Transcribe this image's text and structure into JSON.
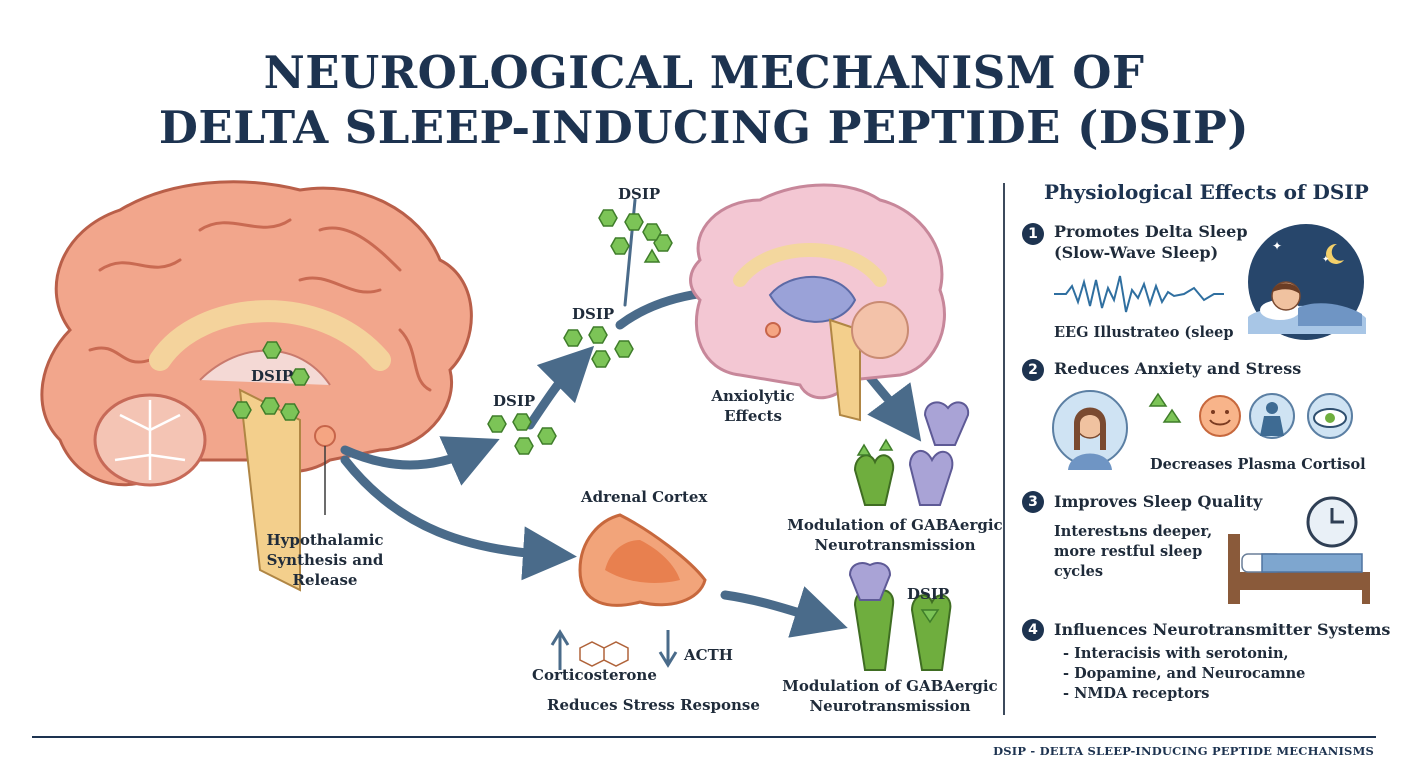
{
  "title": {
    "line1": "NEUROLOGICAL MECHANISM OF",
    "line2": "DELTA SLEEP-INDUCING PEPTIDE (DSIP)"
  },
  "diagram": {
    "dsip_brain": "DSIP",
    "dsip_mid_low": "DSIP",
    "dsip_mid": "DSIP",
    "dsip_top": "DSIP",
    "dsip_receptor": "DSIP",
    "hypothalamic": [
      "Hypothalamic",
      "Synthesis and",
      "Release"
    ],
    "anxiolytic": [
      "Anxiolytic",
      "Effects"
    ],
    "adrenal": "Adrenal Cortex",
    "corticosterone": "Corticosterone",
    "acth": "ACTH",
    "reduces_stress": "Reduces Stress Response",
    "gaba_upper": [
      "Modulation of GABAergic",
      "Neurotransmission"
    ],
    "gaba_lower": [
      "Modulation of GABAergic",
      "Neurotransmission"
    ]
  },
  "effects_panel": {
    "heading": "Physiological Effects of DSIP",
    "items": [
      {
        "number": "1",
        "title": [
          "Promotes Delta Sleep",
          "(Slow-Wave Sleep)"
        ],
        "text": [
          "EEG Illustrateo (sleep"
        ]
      },
      {
        "number": "2",
        "title": [
          "Reduces Anxiety and Stress"
        ],
        "text": [
          "Decreases Plasma Cortisol"
        ]
      },
      {
        "number": "3",
        "title": [
          "Improves Sleep Quality"
        ],
        "text": [
          "Interestьns deeper,",
          "more restful sleep",
          "cycles"
        ]
      },
      {
        "number": "4",
        "title": [
          "Influences Neurotransmitter Systems"
        ],
        "text": [
          "- Interacisis with serotonin,",
          "- Dopamine, and Neurocamne",
          "- NMDA receptors"
        ]
      }
    ]
  },
  "footer": "DSIP - DELTA SLEEP-INDUCING PEPTIDE MECHANISMS",
  "colors": {
    "brain": "#f0a48a",
    "brain_dark": "#d9735c",
    "arrow": "#4a6b8a",
    "peptide": "#6cb34a",
    "receptor_green": "#6fae3e",
    "receptor_purple": "#a9a3d6",
    "navy": "#1d3350"
  }
}
